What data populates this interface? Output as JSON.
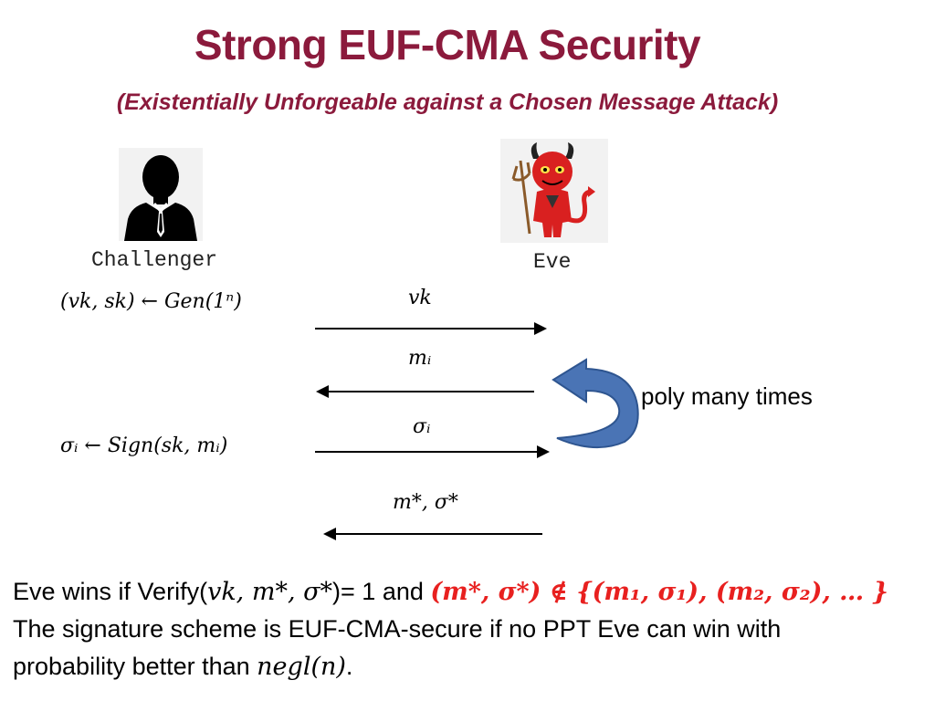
{
  "title": "Strong EUF-CMA Security",
  "subtitle": "(Existentially Unforgeable against a Chosen Message Attack)",
  "parties": {
    "challenger": {
      "label": "Challenger",
      "icon": "businessman-silhouette-icon"
    },
    "eve": {
      "label": "Eve",
      "icon": "red-devil-icon"
    }
  },
  "challenger_steps": {
    "keygen": "(vk, sk) ← Gen(1ⁿ)",
    "sign": "σᵢ ← Sign(sk, mᵢ)"
  },
  "messages": {
    "vk": "vk",
    "mi": "mᵢ",
    "sigma_i": "σᵢ",
    "forgery": "m*, σ*"
  },
  "loop": {
    "label": "poly many times",
    "color": "#4a74b5"
  },
  "footer": {
    "line1_prefix": "Eve wins if Verify(",
    "line1_args": "vk, m*, σ*",
    "line1_mid": ")= 1 and ",
    "line1_cond": "(m*, σ*) ∉ {(m₁, σ₁), (m₂, σ₂), … }",
    "line2": "The signature scheme is EUF-CMA-secure if no PPT Eve can win with",
    "line3_prefix": "probability better than ",
    "line3_negl": "negl(n)",
    "line3_suffix": "."
  },
  "colors": {
    "title": "#8b1a3c",
    "highlight": "#e8201f",
    "loop_arrow": "#4a74b5"
  }
}
